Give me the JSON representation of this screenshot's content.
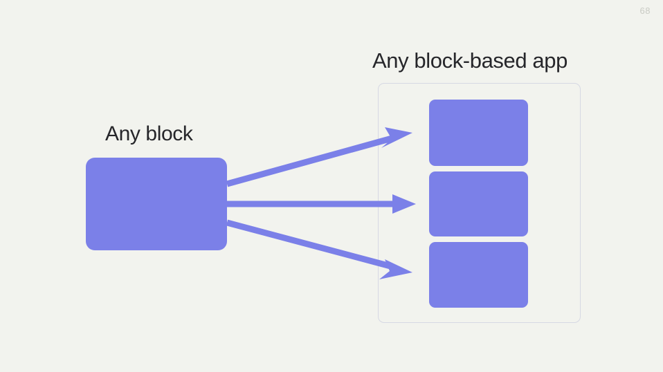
{
  "slide": {
    "page_number": "68",
    "background_color": "#f2f3ee",
    "accent_color": "#7b80e8",
    "text_color": "#26262a",
    "container_border_color": "#d6d8e3",
    "page_number_color": "#c9cbc4"
  },
  "diagram": {
    "source": {
      "label": "Any block",
      "block_name": "any-block",
      "color": "#7b80e8"
    },
    "target": {
      "title": "Any block-based app",
      "container_name": "app-container",
      "blocks": [
        {
          "name": "app-block-1",
          "color": "#7b80e8"
        },
        {
          "name": "app-block-2",
          "color": "#7b80e8"
        },
        {
          "name": "app-block-3",
          "color": "#7b80e8"
        }
      ]
    },
    "connectors": [
      {
        "name": "arrow-to-block-1",
        "direction": "up-right",
        "color": "#7b80e8"
      },
      {
        "name": "arrow-to-block-2",
        "direction": "right",
        "color": "#7b80e8"
      },
      {
        "name": "arrow-to-block-3",
        "direction": "down-right",
        "color": "#7b80e8"
      }
    ]
  }
}
